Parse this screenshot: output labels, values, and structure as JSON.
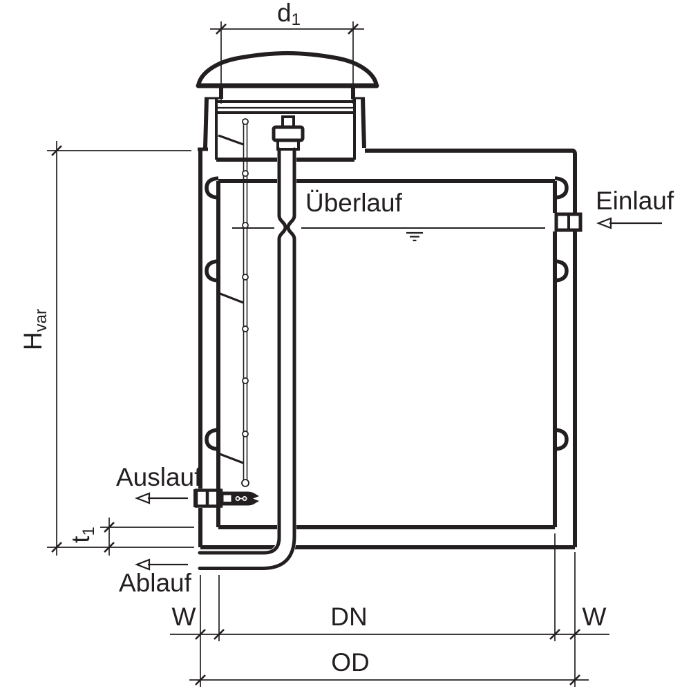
{
  "diagram": {
    "flow_labels": {
      "overflow": "Überlauf",
      "inlet": "Einlauf",
      "outlet": "Auslauf",
      "drain": "Ablauf"
    },
    "dimensions": {
      "lid_diameter": {
        "base": "d",
        "sub": "1"
      },
      "height_variable": {
        "base": "H",
        "sub": "var"
      },
      "bottom_offset": {
        "base": "t",
        "sub": "1"
      },
      "wall_left": "W",
      "nominal_diameter": "DN",
      "wall_right": "W",
      "outer_diameter": "OD"
    },
    "icons": {
      "water_level_icon": "water-level-symbol",
      "flow_arrow": "open-left-arrow"
    },
    "colors": {
      "ink": "#231f20",
      "background": "#ffffff"
    }
  }
}
